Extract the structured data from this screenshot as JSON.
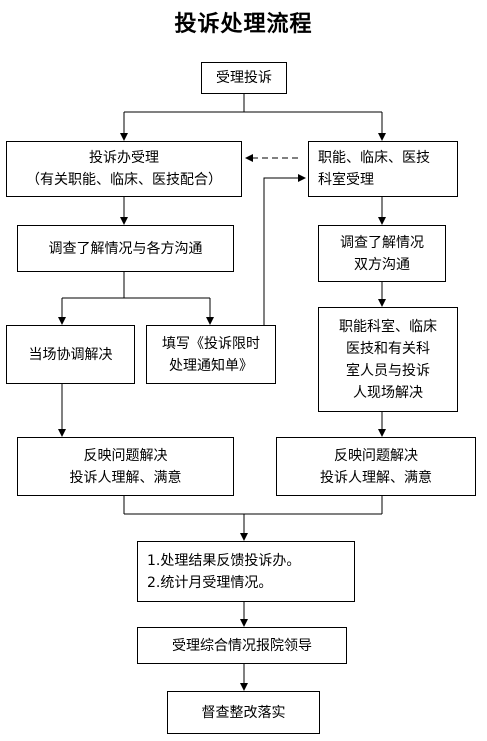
{
  "title": "投诉处理流程",
  "nodes": {
    "accept": "受理投诉",
    "office": [
      "投诉办受理",
      "（有关职能、临床、医技配合）"
    ],
    "dept": [
      "职能、临床、医技",
      "科室受理"
    ],
    "investigate": "调查了解情况与各方沟通",
    "dept_investigate": [
      "调查了解情况",
      "双方沟通"
    ],
    "onsite": "当场协调解决",
    "form": [
      "填写《投诉限时",
      "处理通知单》"
    ],
    "joint": [
      "职能科室、临床",
      "医技和有关科",
      "室人员与投诉",
      "人现场解决"
    ],
    "feedback_left": [
      "反映问题解决",
      "投诉人理解、满意"
    ],
    "feedback_right": [
      "反映问题解决",
      "投诉人理解、满意"
    ],
    "report": [
      "1.处理结果反馈投诉办。",
      "2.统计月受理情况。"
    ],
    "summary": "受理综合情况报院领导",
    "supervise": "督查整改落实"
  }
}
